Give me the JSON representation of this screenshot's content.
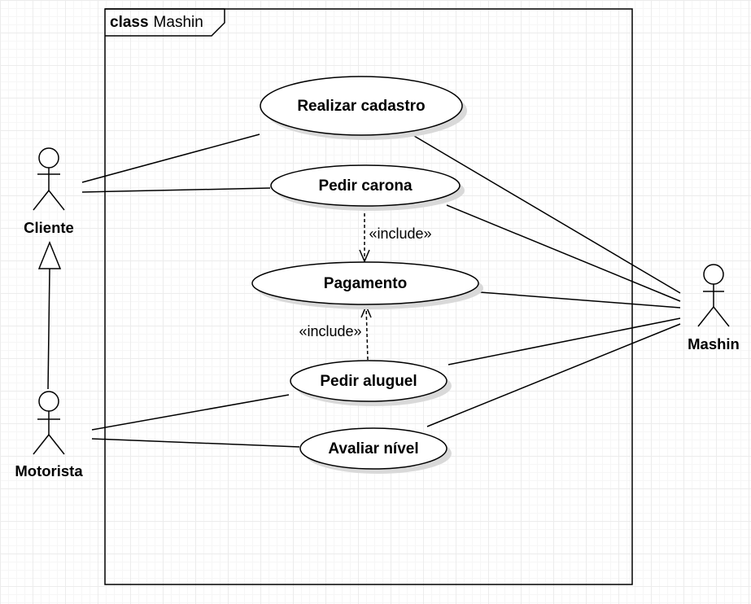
{
  "frame": {
    "keyword": "class",
    "name": "Mashin"
  },
  "use_cases": [
    {
      "id": "realizar-cadastro",
      "label": "Realizar cadastro"
    },
    {
      "id": "pedir-carona",
      "label": "Pedir carona"
    },
    {
      "id": "pagamento",
      "label": "Pagamento"
    },
    {
      "id": "pedir-aluguel",
      "label": "Pedir aluguel"
    },
    {
      "id": "avaliar-nivel",
      "label": "Avaliar nível"
    }
  ],
  "actors": [
    {
      "id": "cliente",
      "label": "Cliente"
    },
    {
      "id": "motorista",
      "label": "Motorista"
    },
    {
      "id": "mashin",
      "label": "Mashin"
    }
  ],
  "relationships": [
    {
      "type": "include",
      "label": "«include»",
      "from": "pedir-carona",
      "to": "pagamento"
    },
    {
      "type": "include",
      "label": "«include»",
      "from": "pedir-aluguel",
      "to": "pagamento"
    },
    {
      "type": "generalization",
      "from": "motorista",
      "to": "cliente"
    },
    {
      "type": "association",
      "from": "cliente",
      "to": "realizar-cadastro"
    },
    {
      "type": "association",
      "from": "cliente",
      "to": "pedir-carona"
    },
    {
      "type": "association",
      "from": "motorista",
      "to": "pedir-aluguel"
    },
    {
      "type": "association",
      "from": "motorista",
      "to": "avaliar-nivel"
    },
    {
      "type": "association",
      "from": "mashin",
      "to": "realizar-cadastro"
    },
    {
      "type": "association",
      "from": "mashin",
      "to": "pedir-carona"
    },
    {
      "type": "association",
      "from": "mashin",
      "to": "pagamento"
    },
    {
      "type": "association",
      "from": "mashin",
      "to": "pedir-aluguel"
    },
    {
      "type": "association",
      "from": "mashin",
      "to": "avaliar-nivel"
    }
  ],
  "colors": {
    "stroke": "#000000",
    "fill": "#ffffff",
    "shadow": "#d9d9d9",
    "grid": "#ececec"
  }
}
